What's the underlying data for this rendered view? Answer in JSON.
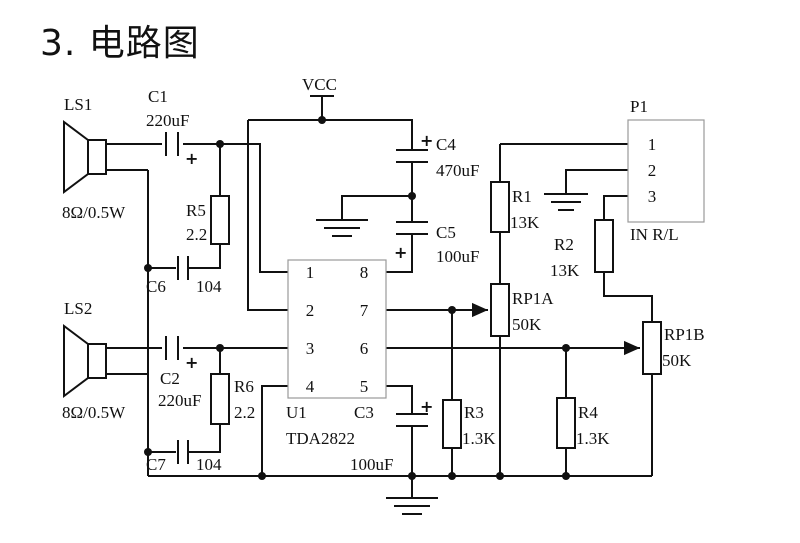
{
  "title": "3. 电路图",
  "supply": "VCC",
  "labels": {
    "ls1": "LS1",
    "ls1_rating": "8Ω/0.5W",
    "ls2": "LS2",
    "ls2_rating": "8Ω/0.5W",
    "c1": "C1",
    "c1_val": "220uF",
    "c2": "C2",
    "c2_val": "220uF",
    "c3": "C3",
    "c3_val": "100uF",
    "c4": "C4",
    "c4_val": "470uF",
    "c5": "C5",
    "c5_val": "100uF",
    "c6": "C6",
    "c6_val": "104",
    "c7": "C7",
    "c7_val": "104",
    "r1": "R1",
    "r1_val": "13K",
    "r2": "R2",
    "r2_val": "13K",
    "r3": "R3",
    "r3_val": "1.3K",
    "r4": "R4",
    "r4_val": "1.3K",
    "r5": "R5",
    "r5_val": "2.2",
    "r6": "R6",
    "r6_val": "2.2",
    "rp1a": "RP1A",
    "rp1a_val": "50K",
    "rp1b": "RP1B",
    "rp1b_val": "50K",
    "u1": "U1",
    "u1_part": "TDA2822",
    "p1": "P1",
    "p1_note": "IN R/L",
    "plus": "+"
  },
  "ic_pins": [
    "1",
    "2",
    "3",
    "4",
    "5",
    "6",
    "7",
    "8"
  ],
  "connector_pins": [
    "1",
    "2",
    "3"
  ]
}
